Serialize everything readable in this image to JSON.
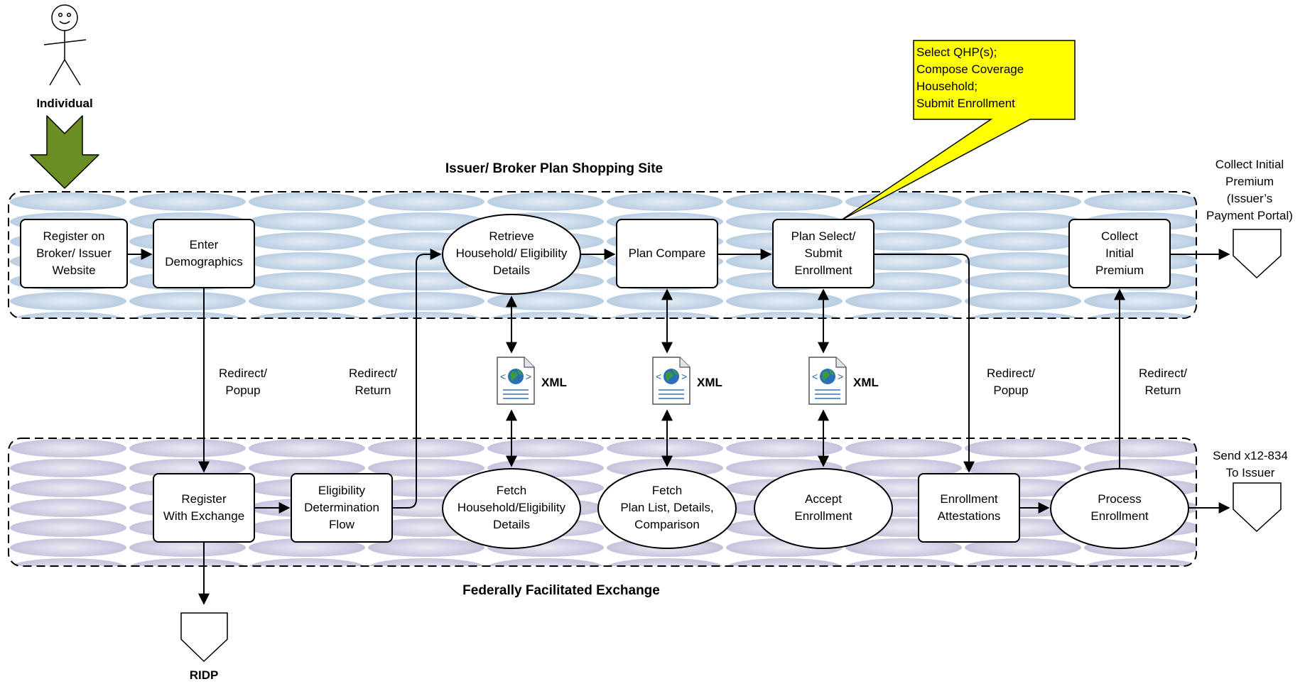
{
  "actor": {
    "label": "Individual"
  },
  "swimlanes": {
    "top": "Issuer/ Broker Plan Shopping Site",
    "bottom": "Federally Facilitated Exchange"
  },
  "callout": "Select QHP(s);\nCompose Coverage\nHousehold;\nSubmit Enrollment",
  "top_nodes": {
    "register_broker": "Register on\nBroker/ Issuer\nWebsite",
    "enter_demographics": "Enter\nDemographics",
    "retrieve_household": "Retrieve\nHousehold/ Eligibility\nDetails",
    "plan_compare": "Plan Compare",
    "plan_select": "Plan Select/\nSubmit\nEnrollment",
    "collect_premium": "Collect\nInitial\nPremium"
  },
  "bottom_nodes": {
    "register_exchange": "Register\nWith Exchange",
    "eligibility_flow": "Eligibility\nDetermination\nFlow",
    "fetch_household": "Fetch\nHousehold/Eligibility\nDetails",
    "fetch_plan_list": "Fetch\nPlan List, Details,\nComparison",
    "accept_enrollment": "Accept\nEnrollment",
    "enrollment_attestations": "Enrollment\nAttestations",
    "process_enrollment": "Process\nEnrollment"
  },
  "connector_labels": {
    "redirect_popup_1": "Redirect/\nPopup",
    "redirect_return_1": "Redirect/\nReturn",
    "redirect_popup_2": "Redirect/\nPopup",
    "redirect_return_2": "Redirect/\nReturn"
  },
  "xml_labels": [
    "XML",
    "XML",
    "XML"
  ],
  "offpage": {
    "collect_premium_portal": "Collect Initial\nPremium\n(Issuer’s\nPayment Portal)",
    "send_834": "Send x12-834\nTo Issuer",
    "ridp": "RIDP"
  },
  "icons": [
    "stick-figure-icon",
    "down-arrow-icon",
    "xml-document-icon",
    "globe-icon",
    "offpage-connector-icon"
  ],
  "colors": {
    "top_lane_fill": "#c9d9ea",
    "bottom_lane_fill": "#d3d1e6",
    "callout_fill": "#ffff00",
    "down_arrow_fill": "#6b8e23"
  }
}
